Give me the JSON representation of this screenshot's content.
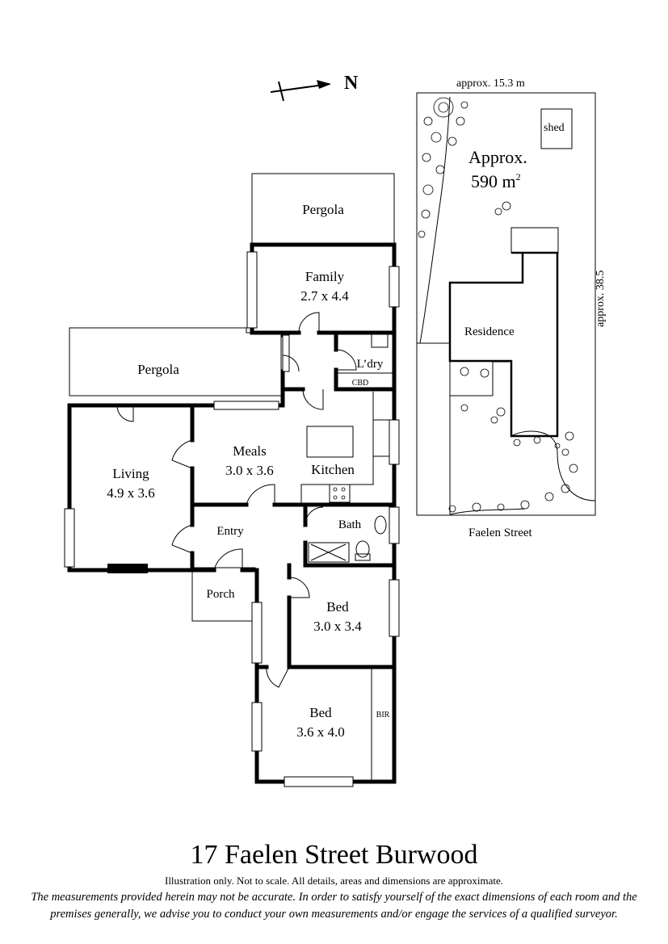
{
  "compass": {
    "label": "N"
  },
  "site": {
    "width_label": "approx. 15.3 m",
    "depth_label": "approx. 38.5",
    "area_label": "Approx.",
    "area_value": "590 m",
    "area_sup": "2",
    "shed_label": "shed",
    "residence_label": "Residence",
    "street_label": "Faelen Street"
  },
  "rooms": {
    "pergola_top": "Pergola",
    "family": "Family",
    "family_dims": "2.7 x 4.4",
    "pergola_left": "Pergola",
    "laundry": "L’dry",
    "cbd": "CBD",
    "living": "Living",
    "living_dims": "4.9 x 3.6",
    "meals": "Meals",
    "meals_dims": "3.0 x 3.6",
    "kitchen": "Kitchen",
    "entry": "Entry",
    "bath": "Bath",
    "porch": "Porch",
    "bed1": "Bed",
    "bed1_dims": "3.0 x 3.4",
    "bed2": "Bed",
    "bed2_dims": "3.6 x 4.0",
    "bir": "BIR"
  },
  "footer": {
    "address": "17 Faelen Street Burwood",
    "disclaimer1": "Illustration only. Not to scale. All details, areas and dimensions are approximate.",
    "disclaimer2a": "The measurements provided herein may not be accurate. In order to satisfy yourself of the exact dimensions of each room and the",
    "disclaimer2b": "premises generally, we advise you to conduct your own measurements and/or engage the services of a qualified surveyor."
  }
}
